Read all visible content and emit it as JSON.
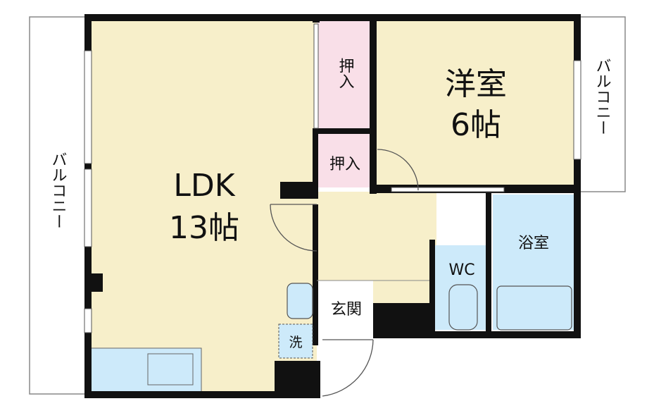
{
  "rooms": {
    "ldk": {
      "name": "LDK",
      "size": "13帖"
    },
    "western": {
      "name": "洋室",
      "size": "6帖"
    },
    "closet_top": {
      "name": "押入"
    },
    "closet_mid": {
      "name": "押入"
    },
    "bath": {
      "name": "浴室"
    },
    "wc": {
      "name": "WC"
    },
    "entrance": {
      "name": "玄関"
    },
    "laundry": {
      "name": "洗"
    }
  },
  "balconies": {
    "left": {
      "name": "バルコニー"
    },
    "right": {
      "name": "バルコニー"
    }
  },
  "colors": {
    "ldk_floor": "#f7efca",
    "closet": "#f9dfe8",
    "water": "#cdeafa",
    "wall": "#111111"
  }
}
